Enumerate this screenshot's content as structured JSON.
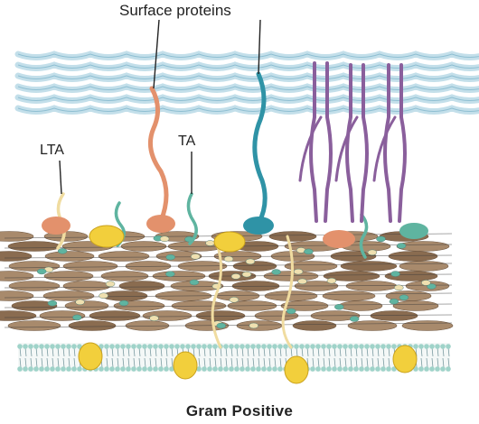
{
  "labels": {
    "surface_proteins": "Surface proteins",
    "lta": "LTA",
    "ta": "TA",
    "caption": "Gram Positive"
  },
  "colors": {
    "capsule": "#b9d9e6",
    "capsule_stroke": "#8fbfd2",
    "peptidoglycan": "#a88a6c",
    "peptidoglycan_dark": "#8a6c50",
    "bridge_teal": "#5fb4a0",
    "bridge_cream": "#efe0b0",
    "lipoprotein_orange": "#e3916c",
    "protein_teal": "#2f93a6",
    "fimbriae_purple": "#8a5f9c",
    "yellow_protein": "#f2cf3c",
    "membrane_teal": "#9fd3c9",
    "membrane_tail": "#7a9aa0",
    "lta_cream": "#f0dca0",
    "leader": "#222222"
  }
}
